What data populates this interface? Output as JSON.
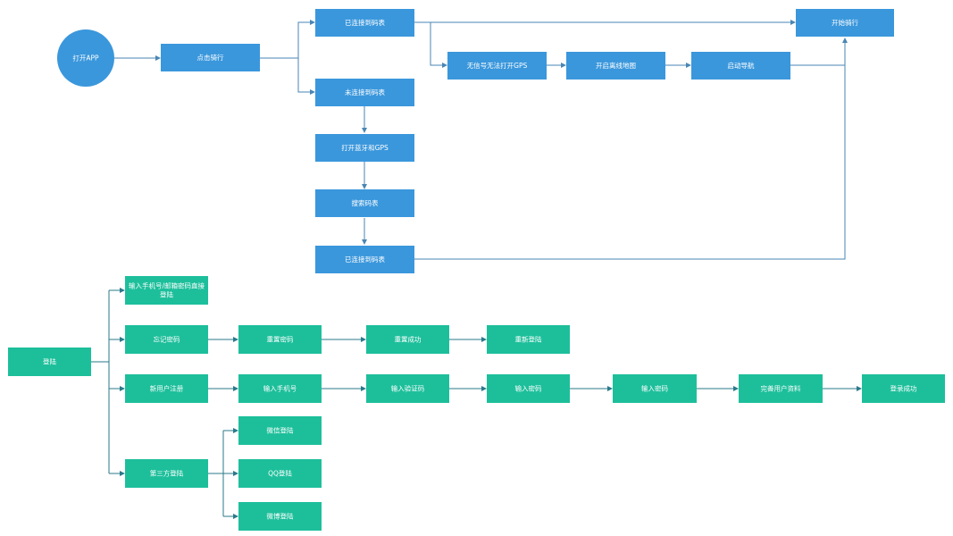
{
  "colors": {
    "blue": "#3a97dc",
    "green": "#1dbf9b",
    "blue_line": "#4a86b4",
    "green_line": "#2a7a8a"
  },
  "riding_flow": {
    "open_app": "打开APP",
    "click_ride": "点击骑行",
    "connected": "已连接到码表",
    "not_connected": "未连接到码表",
    "open_bt_gps": "打开蓝牙和GPS",
    "search": "搜索码表",
    "connected_2": "已连接到码表",
    "no_signal": "无信号无法打开GPS",
    "offline_map": "开启离线地图",
    "start_nav": "启动导航",
    "start_ride": "开始骑行"
  },
  "login_flow": {
    "login": "登陆",
    "direct_login_line1": "输入手机号/邮箱密码直接",
    "direct_login_line2": "登陆",
    "forgot": "忘记密码",
    "reset": "重置密码",
    "reset_ok": "重置成功",
    "relogin": "重新登陆",
    "register": "新用户注册",
    "enter_phone": "输入手机号",
    "enter_code": "输入验证码",
    "enter_pwd_1": "输入密码",
    "enter_pwd_2": "输入密码",
    "complete_profile": "完善用户资料",
    "login_ok": "登录成功",
    "third_party": "第三方登陆",
    "wechat": "微信登陆",
    "qq": "QQ登陆",
    "weibo": "微博登陆"
  }
}
